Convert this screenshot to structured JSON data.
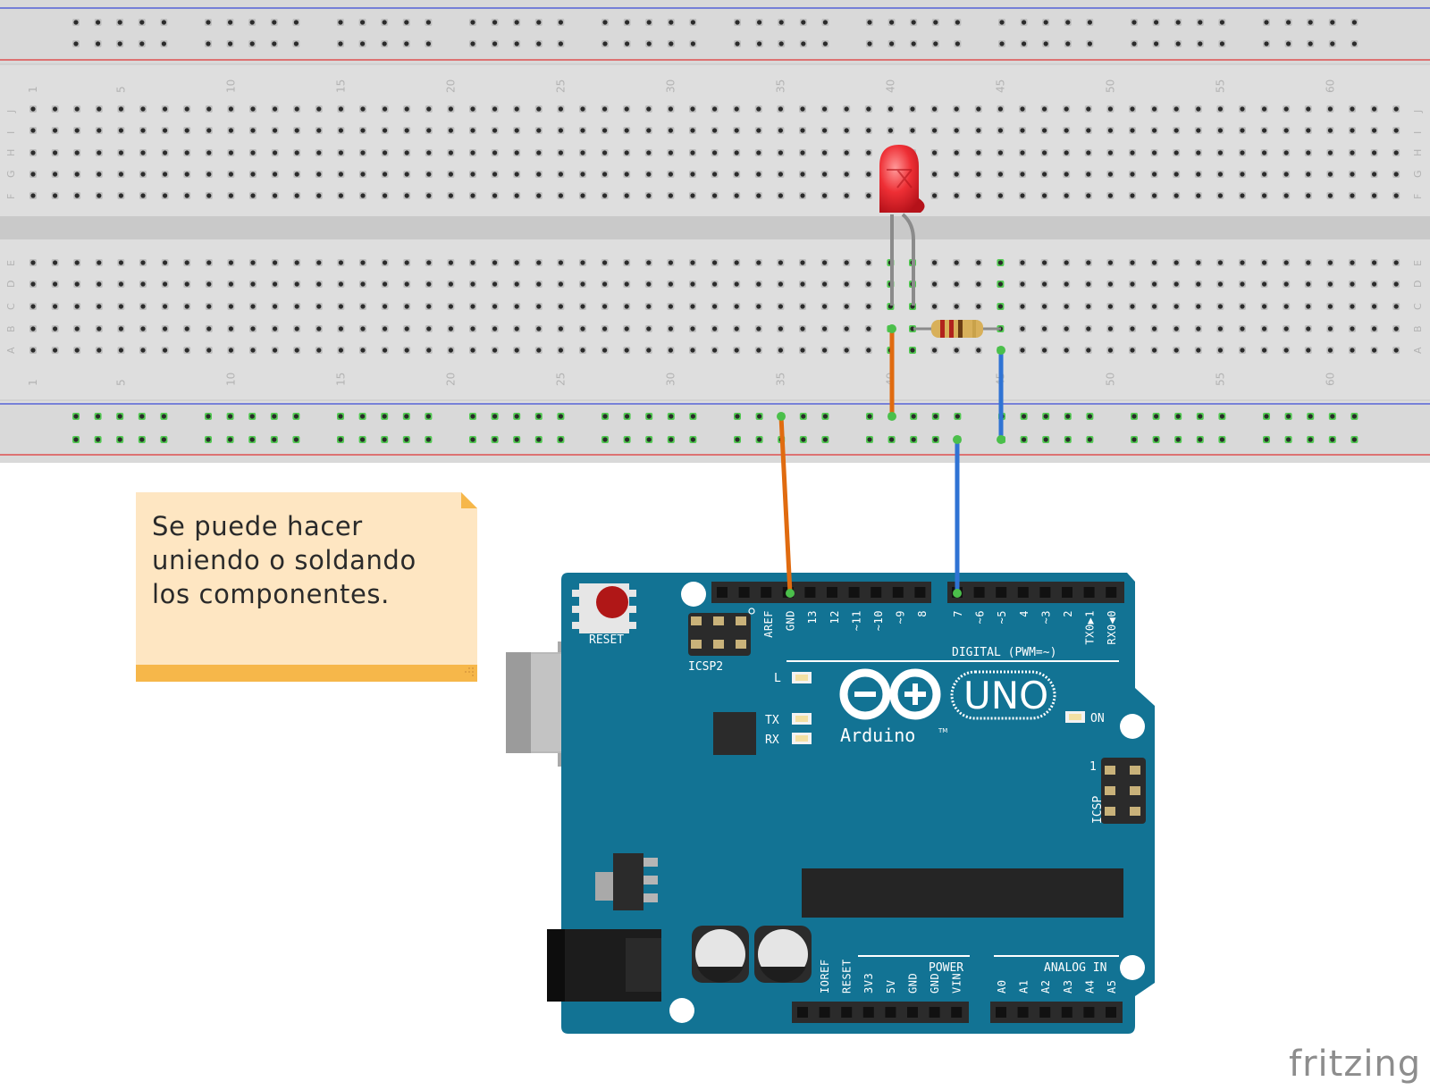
{
  "breadboard": {
    "column_numbers": [
      "1",
      "5",
      "10",
      "15",
      "20",
      "25",
      "30",
      "35",
      "40",
      "45",
      "50",
      "55",
      "60"
    ],
    "top_row_letters": [
      "J",
      "I",
      "H",
      "G",
      "F"
    ],
    "bottom_row_letters": [
      "E",
      "D",
      "C",
      "B",
      "A"
    ]
  },
  "note": {
    "lines": [
      "Se puede hacer",
      "uniendo o soldando",
      "los componentes."
    ]
  },
  "arduino": {
    "reset_label": "RESET",
    "icsp2_label": "ICSP2",
    "icsp_label": "ICSP",
    "icsp_pin1": "1",
    "l_label": "L",
    "tx_label": "TX",
    "rx_label": "RX",
    "on_label": "ON",
    "brand": "Arduino",
    "model": "UNO",
    "digital_label": "DIGITAL (PWM=~)",
    "power_label": "POWER",
    "analog_label": "ANALOG IN",
    "digital_pins_left": [
      "AREF",
      "GND",
      "13",
      "12",
      "~11",
      "~10",
      "~9",
      "8"
    ],
    "digital_pins_right": [
      "7",
      "~6",
      "~5",
      "4",
      "~3",
      "2",
      "TX0▶1",
      "RX0◀0"
    ],
    "power_pins": [
      "IOREF",
      "RESET",
      "3V3",
      "5V",
      "GND",
      "GND",
      "VIN"
    ],
    "analog_pins": [
      "A0",
      "A1",
      "A2",
      "A3",
      "A4",
      "A5"
    ]
  },
  "components": {
    "led_color": "#e8272f",
    "wire_orange": "#e06b10",
    "wire_blue": "#2f73d4",
    "board_color": "#127394"
  },
  "watermark": "fritzing"
}
